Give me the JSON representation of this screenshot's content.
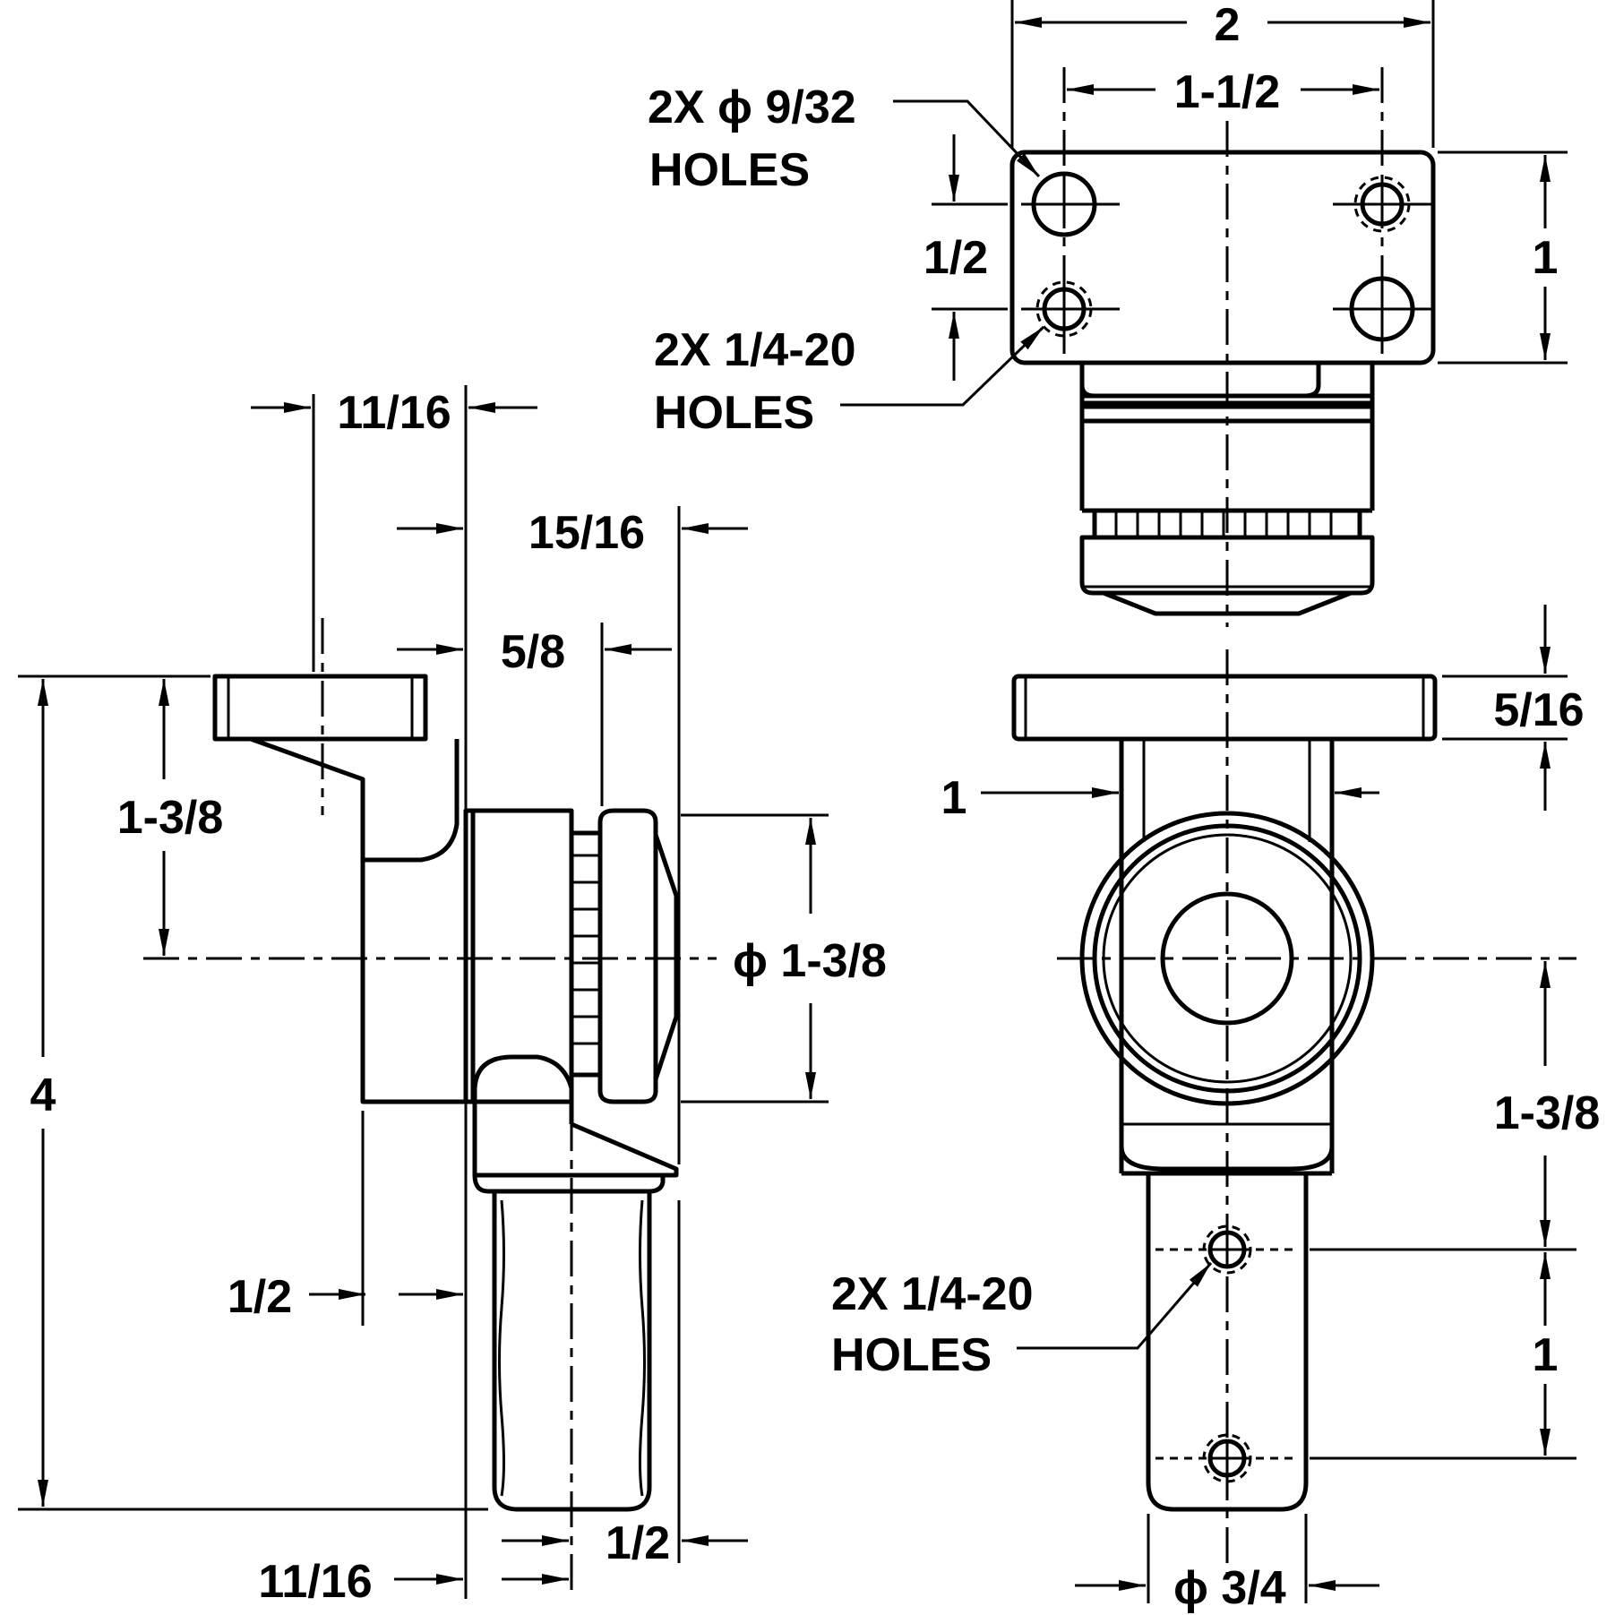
{
  "top_view": {
    "width_label": "2",
    "hole_spacing_label": "1-1/2",
    "height_label": "1",
    "row_offset_label": "1/2",
    "diameter_symbol": "ϕ",
    "callout_holes_a_line1": "2X ϕ 9/32",
    "callout_holes_a_line2": "HOLES",
    "callout_holes_b_line1": "2X 1/4-20",
    "callout_holes_b_line2": "HOLES"
  },
  "side_view": {
    "top_offset_label": "11/16",
    "overall_depth_label": "15/16",
    "knob_depth_label": "5/8",
    "flange_height_label": "1-3/8",
    "knob_diameter_label": "ϕ 1-3/8",
    "overall_height_label": "4",
    "shaft_offset_label": "1/2",
    "bottom_offset_label": "11/16",
    "handle_depth_label": "1/2"
  },
  "front_view": {
    "flange_thickness_label": "5/16",
    "body_width_label": "1",
    "center_to_hole_label": "1-3/8",
    "hole_spacing_label": "1",
    "shaft_diameter_label": "ϕ 3/4",
    "callout_holes_line1": "2X 1/4-20",
    "callout_holes_line2": "HOLES"
  }
}
